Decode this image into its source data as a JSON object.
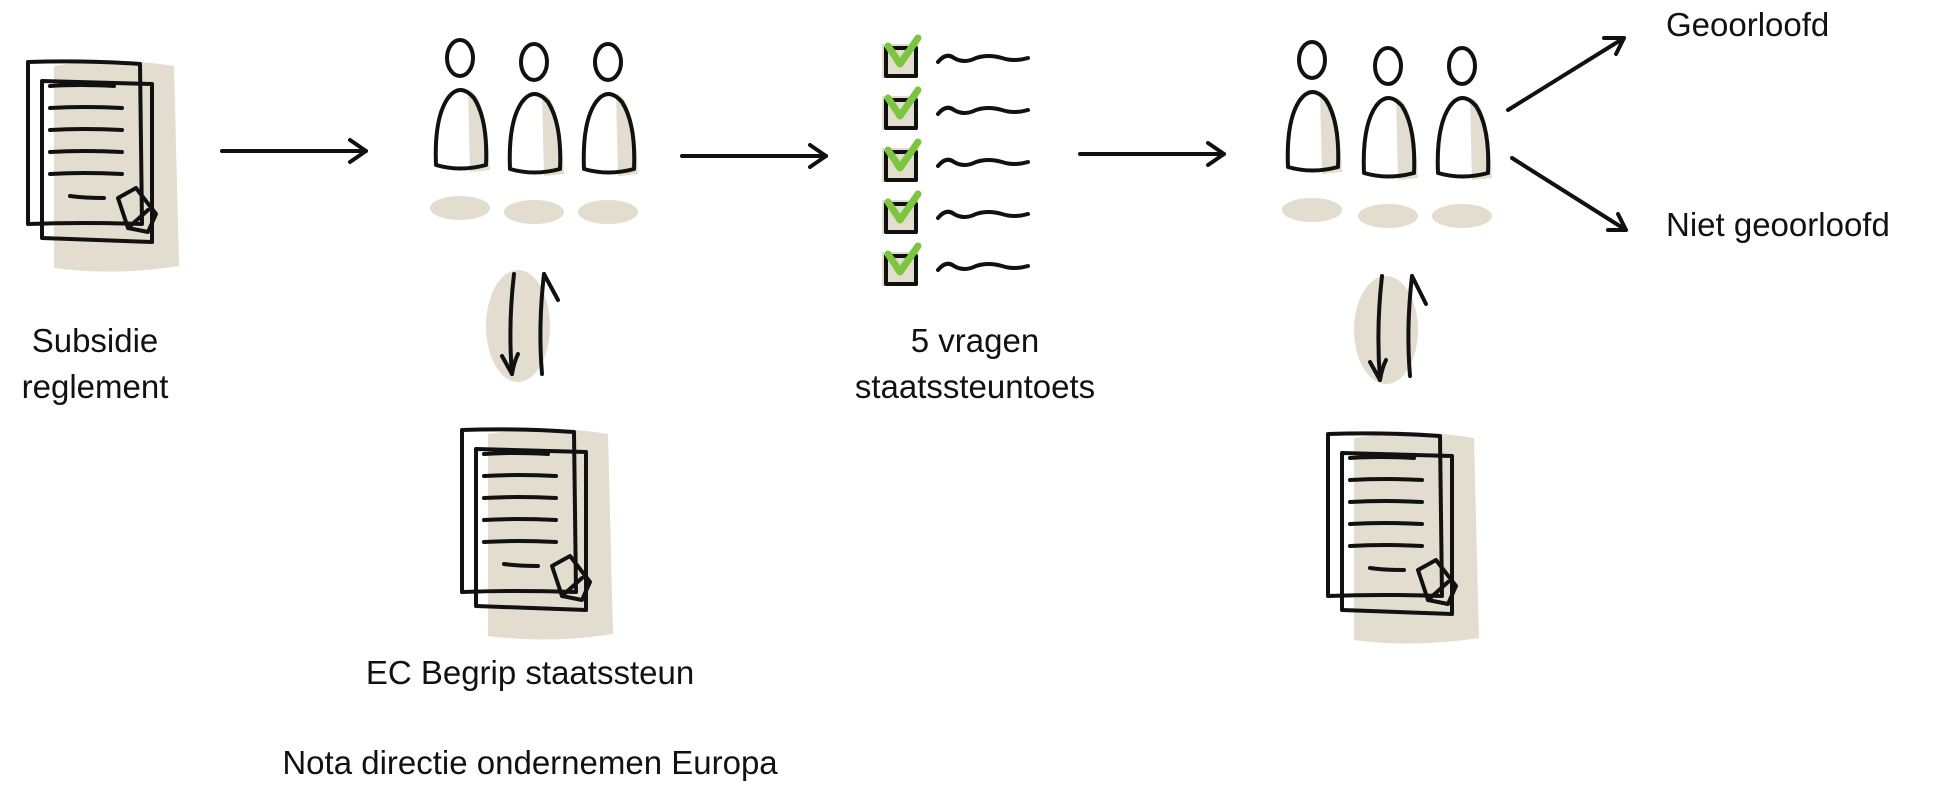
{
  "labels": {
    "subsidie_line1": "Subsidie",
    "subsidie_line2": "reglement",
    "vragen_line1": "5 vragen",
    "vragen_line2": "staatssteuntoets",
    "ec_begrip": "EC Begrip staatssteun",
    "nota": "Nota directie ondernemen Europa",
    "geoorloofd": "Geoorloofd",
    "niet_geoorloofd": "Niet geoorloofd"
  },
  "colors": {
    "ink": "#111111",
    "shade": "#e3ddd0",
    "check": "#7cc63d"
  },
  "icons": {
    "document": "document-with-pen-icon",
    "people": "group-of-people-icon",
    "checklist": "checklist-icon",
    "exchange": "two-way-exchange-arrows-icon",
    "arrow": "arrow-right-icon"
  }
}
